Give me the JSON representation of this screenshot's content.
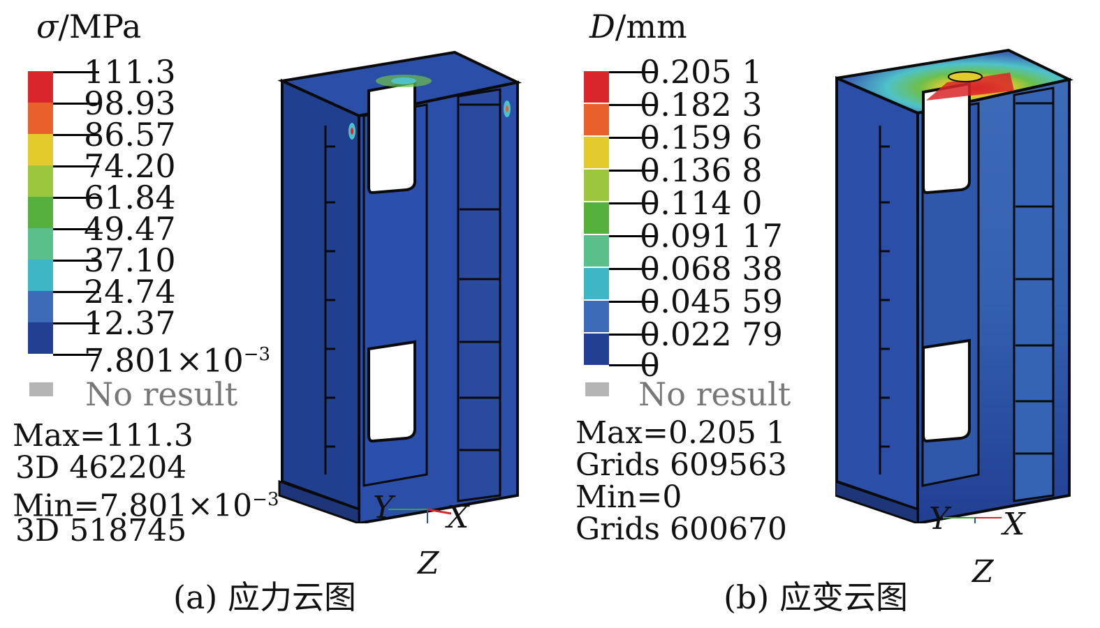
{
  "panel_a": {
    "unit_symbol": "σ",
    "unit_text": "/MPa",
    "legend": {
      "labels": [
        "111.3",
        "98.93",
        "86.57",
        "74.20",
        "61.84",
        "49.47",
        "37.10",
        "24.74",
        "12.37"
      ],
      "min_label_base": "7.801×10",
      "min_label_exp": "−3",
      "colors": [
        "#d8262a",
        "#e8612c",
        "#e3cb2d",
        "#9dc63f",
        "#55b03d",
        "#5bbf8c",
        "#3fb6c4",
        "#3e6bb8",
        "#223f92"
      ]
    },
    "no_result_label": "No result",
    "stats": {
      "max": "Max=111.3",
      "max_node": "3D 462204",
      "min_base": "Min=7.801×10",
      "min_exp": "−3",
      "min_node": "3D 518745"
    },
    "axes": {
      "y": "Y",
      "x": "X",
      "z": "Z"
    },
    "caption": "(a) 应力云图"
  },
  "panel_b": {
    "unit_symbol": "D",
    "unit_text": "/mm",
    "legend": {
      "labels": [
        "0.205 1",
        "0.182 3",
        "0.159 6",
        "0.136 8",
        "0.114 0",
        "0.091 17",
        "0.068 38",
        "0.045 59",
        "0.022 79",
        "0"
      ],
      "colors": [
        "#d8262a",
        "#e8612c",
        "#e3cb2d",
        "#9dc63f",
        "#55b03d",
        "#5bbf8c",
        "#3fb6c4",
        "#3e6bb8",
        "#223f92"
      ]
    },
    "no_result_label": "No result",
    "stats": {
      "max": "Max=0.205 1",
      "max_node": "Grids 609563",
      "min": "Min=0",
      "min_node": "Grids 600670"
    },
    "axes": {
      "y": "Y",
      "x": "X",
      "z": "Z"
    },
    "caption": "(b) 应变云图"
  },
  "model_colors": {
    "base": "#2b4fa8",
    "dark": "#1d3579",
    "outline": "#0a0a0a",
    "light": "#4f7fc7",
    "hot": "#d8262a",
    "warm": "#e3cb2d",
    "green": "#6cc04a",
    "cyan": "#4fc2c8"
  }
}
